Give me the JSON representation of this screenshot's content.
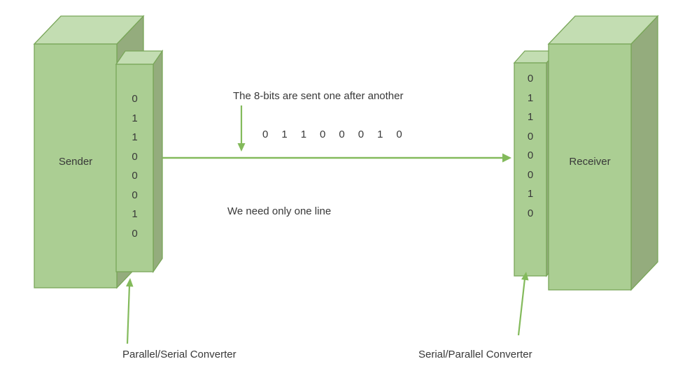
{
  "colors": {
    "bg": "#ffffff",
    "front": "#abce93",
    "top": "#c3ddb2",
    "side": "#94ac7d",
    "outline": "#79a659",
    "arrow": "#83ba5b",
    "text": "#383838"
  },
  "sender": {
    "label": "Sender",
    "converter_bits": [
      "0",
      "1",
      "1",
      "0",
      "0",
      "0",
      "1",
      "0"
    ]
  },
  "receiver": {
    "label": "Receiver",
    "converter_bits": [
      "0",
      "1",
      "1",
      "0",
      "0",
      "0",
      "1",
      "0"
    ]
  },
  "annotations": {
    "top_caption": "The 8-bits are sent one after another",
    "serial_bits": [
      "0",
      "1",
      "1",
      "0",
      "0",
      "0",
      "1",
      "0"
    ],
    "middle_caption": "We need only one line",
    "left_converter_label": "Parallel/Serial Converter",
    "right_converter_label": "Serial/Parallel Converter"
  }
}
